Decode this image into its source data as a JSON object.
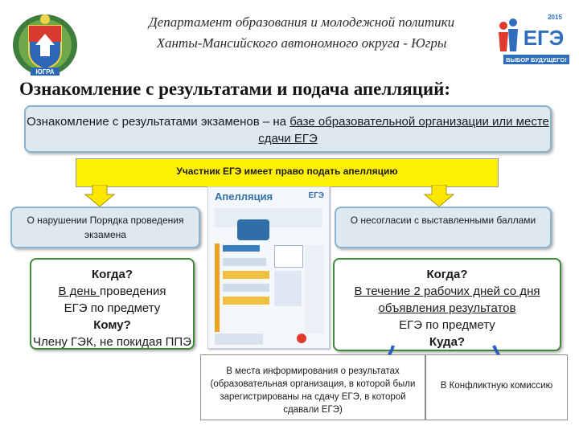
{
  "header": {
    "line1": "Департамент образования и молодежной политики",
    "line2": "Ханты-Мансийского автономного округа - Югры"
  },
  "logo": {
    "year": "2015",
    "text": "ЕГЭ",
    "slogan": "ВЫБОР БУДУЩЕГО!"
  },
  "emblem": {
    "ribbon": "ЮГРА"
  },
  "title": "Ознакомление с результатами и подача апелляций:",
  "top_box": {
    "part1": "Ознакомление с результатами экзаменов – на ",
    "part2": "базе образовательной организации или месте сдачи ЕГЭ"
  },
  "yellow_banner": "Участник ЕГЭ имеет право подать апелляцию",
  "left_header": "О нарушении Порядка проведения экзамена",
  "right_header": "О несогласии с выставленными баллами",
  "left_detail": {
    "q1": "Когда?",
    "a1_u": "В день ",
    "a1_rest": "проведения",
    "a1_line2": "ЕГЭ по предмету",
    "q2": "Кому?",
    "a2": "Члену ГЭК, не покидая ППЭ"
  },
  "right_detail": {
    "q1": "Когда?",
    "a1": "В течение 2 рабочих дней со дня объявления результатов",
    "a1_line3": "ЕГЭ по предмету",
    "q2": "Куда?"
  },
  "bottom_left": "В места информирования о результатах (образовательная организация, в которой были зарегистрированы на сдачу ЕГЭ, в которой сдавали ЕГЭ)",
  "bottom_right": "В Конфликтную комиссию",
  "doc": {
    "title": "Апелляция",
    "logo": "ЕГЭ"
  },
  "colors": {
    "box_fill": "#dde8f1",
    "box_border": "#8ab3cf",
    "banner": "#fff200",
    "arrow_yellow": "#ffe600",
    "green_border": "#3f8a3a",
    "arrow_blue": "#2a5fbf"
  }
}
